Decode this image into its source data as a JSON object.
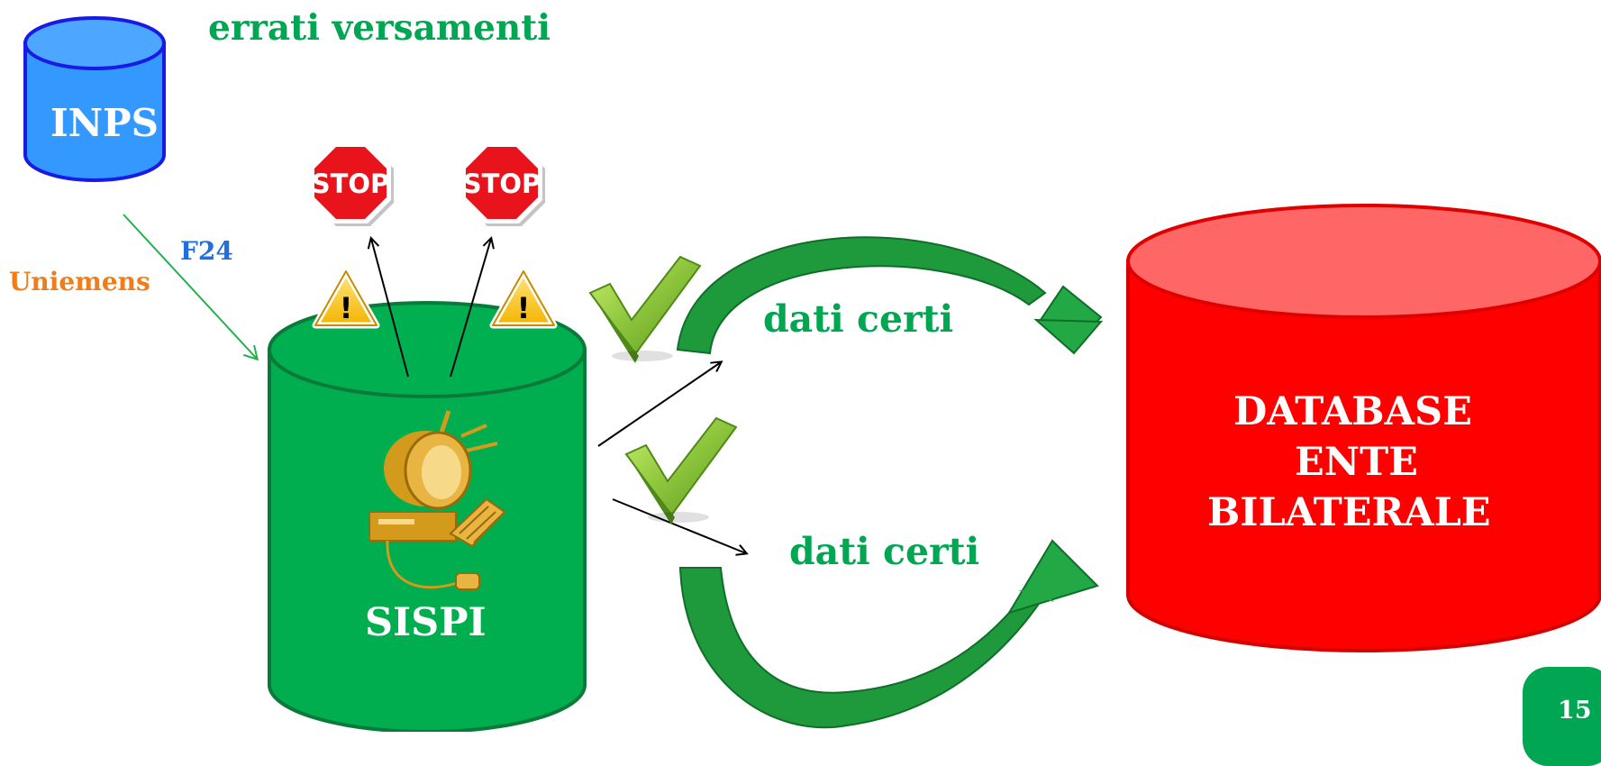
{
  "slide": {
    "title": "errati versamenti",
    "page_number": "15"
  },
  "nodes": {
    "inps": {
      "label": "INPS",
      "color": "#3399ff",
      "border": "#1a1ae6"
    },
    "sispi": {
      "label": "SISPI",
      "color": "#00ad4f",
      "border": "#0a7a3a"
    },
    "database": {
      "label_lines": [
        "DATABASE",
        "ENTE",
        "BILATERALE"
      ],
      "color": "#ff0000",
      "top_color": "#ff6666"
    }
  },
  "edge_labels": {
    "f24": "F24",
    "uniemens": "Uniemens",
    "dati_certi_top": "dati certi",
    "dati_certi_bottom": "dati certi"
  },
  "icons": {
    "stop_text": "STOP",
    "warning_mark": "!"
  },
  "colors": {
    "green_text": "#00a651",
    "blue_text": "#1f6fe0",
    "orange_text": "#f07d1a",
    "stop_red": "#e8131b",
    "arrow_green": "#1e9a3c"
  }
}
